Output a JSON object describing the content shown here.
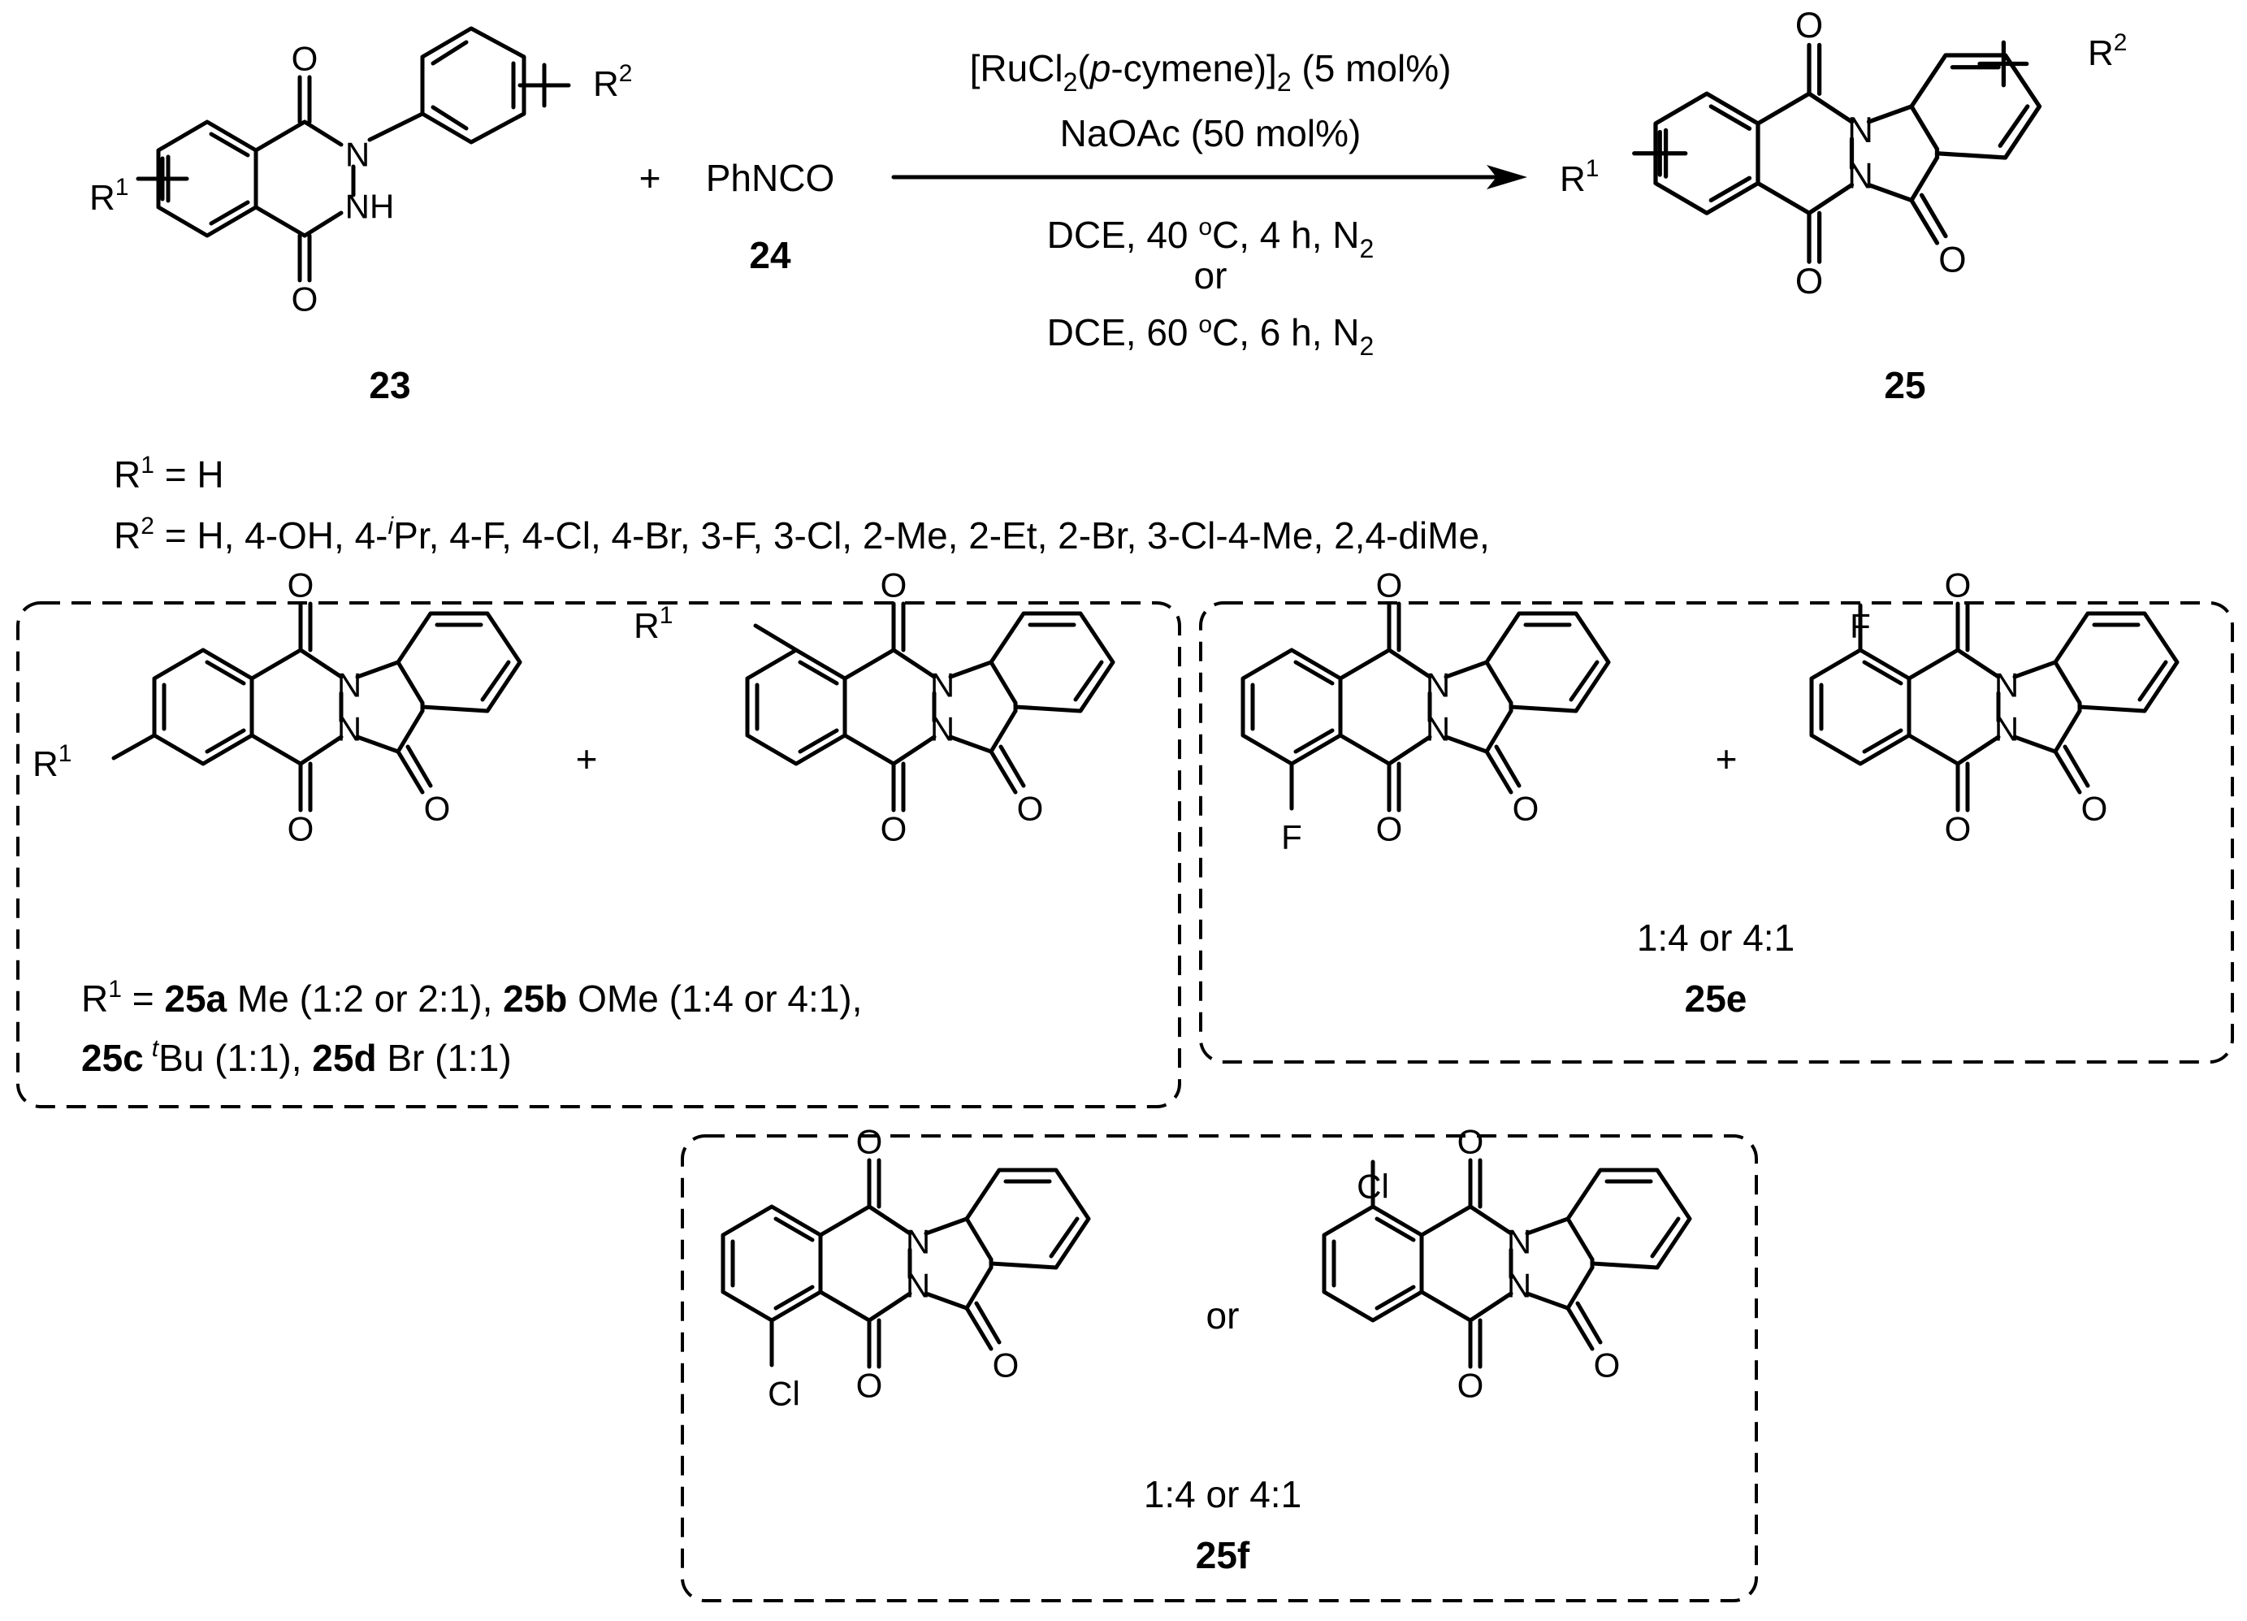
{
  "reaction": {
    "reagent": "PhNCO",
    "reagent_number": "24",
    "substrate_number": "23",
    "product_number": "25",
    "plus": "+",
    "catalyst_pre": "[RuCl",
    "catalyst_sub": "2",
    "catalyst_mid": "(",
    "catalyst_italic": "p",
    "catalyst_post": "-cymene)]",
    "catalyst_sub2": "2",
    "catalyst_loading": " (5 mol%)",
    "additive": "NaOAc (50 mol%)",
    "cond1_pre": "DCE, 40 ",
    "cond1_deg": "o",
    "cond1_post": "C, 4 h, N",
    "cond1_sub": "2",
    "cond_or": "or",
    "cond2_pre": "DCE, 60 ",
    "cond2_deg": "o",
    "cond2_post": "C, 6 h, N",
    "cond2_sub": "2"
  },
  "atoms": {
    "O": "O",
    "N": "N",
    "NH": "NH",
    "R": "R",
    "one": "1",
    "two": "2",
    "F": "F",
    "Cl": "Cl"
  },
  "scope": {
    "r1_line": " = H",
    "r2_line": " = H, 4-OH, 4-",
    "r2_italic": "i",
    "r2_rest": "Pr, 4-F, 4-Cl, 4-Br, 3-F, 3-Cl, 2-Me, 2-Et, 2-Br, 3-Cl-4-Me, 2,4-diMe,"
  },
  "box1": {
    "plus": "+",
    "line1_eq": " = ",
    "c25a": "25a",
    "t25a": " Me (1:2 or 2:1), ",
    "c25b": "25b",
    "t25b": " OMe (1:4 or 4:1),",
    "c25c": "25c",
    "t25c_sup": "t",
    "t25c": "Bu (1:1), ",
    "c25d": "25d",
    "t25d": " Br (1:1)"
  },
  "box2": {
    "plus": "+",
    "ratio": "1:4 or 4:1",
    "label": "25e"
  },
  "box3": {
    "or": "or",
    "ratio": "1:4 or 4:1",
    "label": "25f"
  }
}
